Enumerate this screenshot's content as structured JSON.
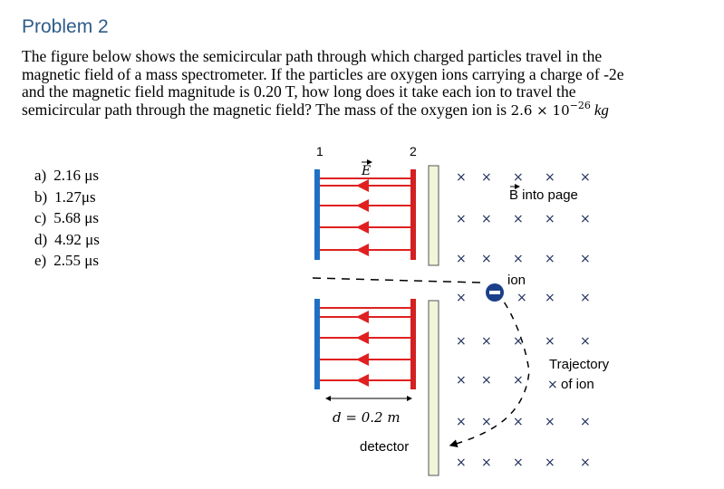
{
  "heading": "Problem 2",
  "problem_lines": [
    "The figure below shows the semicircular path through which charged particles travel in the",
    "magnetic field of a mass spectrometer. If the particles are oxygen ions carrying a charge of -2e",
    "and the magnetic field magnitude is 0.20 T, how long does it take each ion to travel the",
    "semicircular path through the magnetic field? The mass of the oxygen ion is "
  ],
  "mass": {
    "mantissa": "2.6 × 10",
    "exponent": "−26",
    "unit": "kg"
  },
  "choices": [
    {
      "letter": "a)",
      "value": "2.16 μs"
    },
    {
      "letter": "b)",
      "value": "1.27μs"
    },
    {
      "letter": "c)",
      "value": "5.68 μs"
    },
    {
      "letter": "d)",
      "value": "4.92 μs"
    },
    {
      "letter": "e)",
      "value": "2.55 μs"
    }
  ],
  "figure": {
    "plate_1_label": "1",
    "plate_2_label": "2",
    "field_label": "E",
    "b_label": "B into page",
    "ion_label": "ion",
    "trajectory_label_1": "Trajectory",
    "trajectory_label_2": "of ion",
    "distance_label": "d = 0.2 m",
    "detector_label": "detector",
    "cross": "×",
    "colors": {
      "positive_plate": "#d42020",
      "negative_plate": "#1f6fc4",
      "field_line": "#e02020",
      "detector": "#f1f5d9",
      "ion": "#1c3f8a"
    }
  }
}
